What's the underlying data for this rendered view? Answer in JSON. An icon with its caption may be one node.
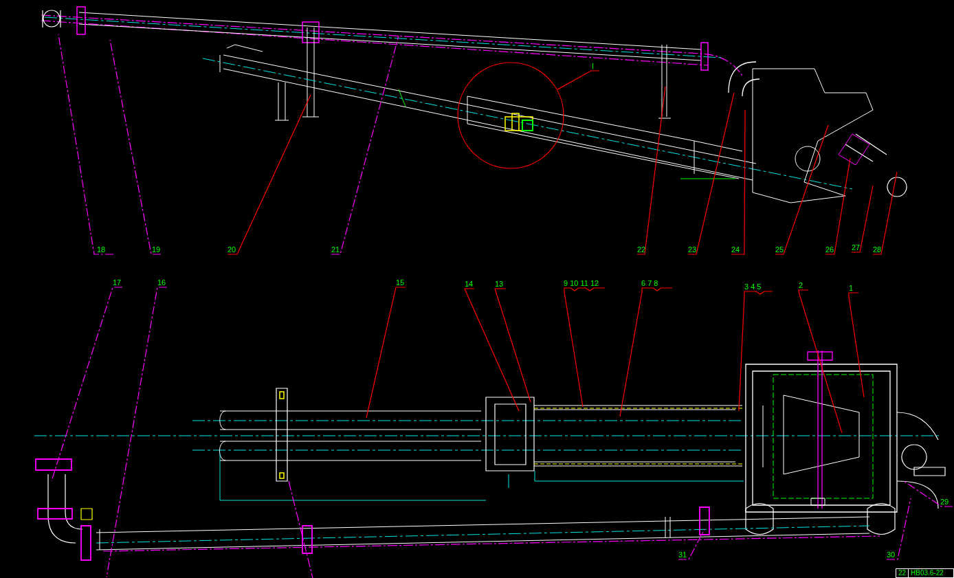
{
  "diagram": {
    "nodes": [
      {
        "text": [],
        "shape": "circle"
      },
      {
        "text": [
          "I"
        ]
      },
      {
        "text": [
          "18"
        ]
      },
      {
        "text": [
          "19"
        ]
      },
      {
        "text": [
          "20"
        ]
      },
      {
        "text": [
          "21"
        ]
      },
      {
        "text": [
          "22"
        ]
      },
      {
        "text": [
          "23"
        ]
      },
      {
        "text": [
          "24"
        ]
      },
      {
        "text": [
          "25"
        ]
      },
      {
        "text": [
          "26"
        ]
      },
      {
        "text": [
          "27"
        ]
      },
      {
        "text": [
          "28"
        ]
      },
      {
        "text": [
          "17"
        ]
      },
      {
        "text": [
          "16"
        ]
      },
      {
        "text": [
          "15"
        ]
      },
      {
        "text": [
          "14"
        ]
      },
      {
        "text": [
          "13"
        ]
      },
      {
        "text": [
          "9 10 11 12"
        ]
      },
      {
        "text": [
          "6 7 8"
        ]
      },
      {
        "text": [
          "3 4 5"
        ]
      },
      {
        "text": [
          "2"
        ]
      },
      {
        "text": [
          "1"
        ]
      },
      {
        "text": [
          "29"
        ]
      },
      {
        "text": [
          "31"
        ]
      },
      {
        "text": [
          "30"
        ]
      }
    ],
    "edges": [
      {
        "from": 1,
        "to": 0,
        "arrow": "none"
      },
      {
        "from": 2,
        "to": null,
        "arrow": "none",
        "style": "dashed",
        "color": "#ff00ff"
      },
      {
        "from": 3,
        "to": null,
        "arrow": "none",
        "style": "dashed",
        "color": "#ff00ff"
      },
      {
        "from": 4,
        "to": null,
        "arrow": "none"
      },
      {
        "from": 5,
        "to": null,
        "arrow": "none",
        "style": "dashed",
        "color": "#ff00ff"
      },
      {
        "from": 6,
        "to": null,
        "arrow": "none"
      },
      {
        "from": 7,
        "to": null,
        "arrow": "none"
      },
      {
        "from": 8,
        "to": null,
        "arrow": "none"
      },
      {
        "from": 9,
        "to": null,
        "arrow": "none"
      },
      {
        "from": 10,
        "to": null,
        "arrow": "none"
      },
      {
        "from": 11,
        "to": null,
        "arrow": "none"
      },
      {
        "from": 12,
        "to": null,
        "arrow": "none"
      },
      {
        "from": 13,
        "to": null,
        "arrow": "none",
        "style": "dashed",
        "color": "#ff00ff"
      },
      {
        "from": 14,
        "to": null,
        "arrow": "none",
        "style": "dashed",
        "color": "#ff00ff"
      },
      {
        "from": 15,
        "to": null,
        "arrow": "none"
      },
      {
        "from": 16,
        "to": null,
        "arrow": "none"
      },
      {
        "from": 17,
        "to": null,
        "arrow": "none"
      },
      {
        "from": 18,
        "to": null,
        "arrow": "none"
      },
      {
        "from": 19,
        "to": null,
        "arrow": "none"
      },
      {
        "from": 20,
        "to": null,
        "arrow": "none"
      },
      {
        "from": 21,
        "to": null,
        "arrow": "none"
      },
      {
        "from": 22,
        "to": null,
        "arrow": "none"
      },
      {
        "from": 23,
        "to": null,
        "arrow": "none",
        "style": "dashed",
        "color": "#ff00ff"
      },
      {
        "from": 24,
        "to": null,
        "arrow": "none",
        "style": "dashed",
        "color": "#ff00ff"
      },
      {
        "from": 25,
        "to": null,
        "arrow": "none",
        "style": "dashed",
        "color": "#ff00ff"
      }
    ],
    "labels": [
      "22",
      "HB03.6-22"
    ]
  }
}
